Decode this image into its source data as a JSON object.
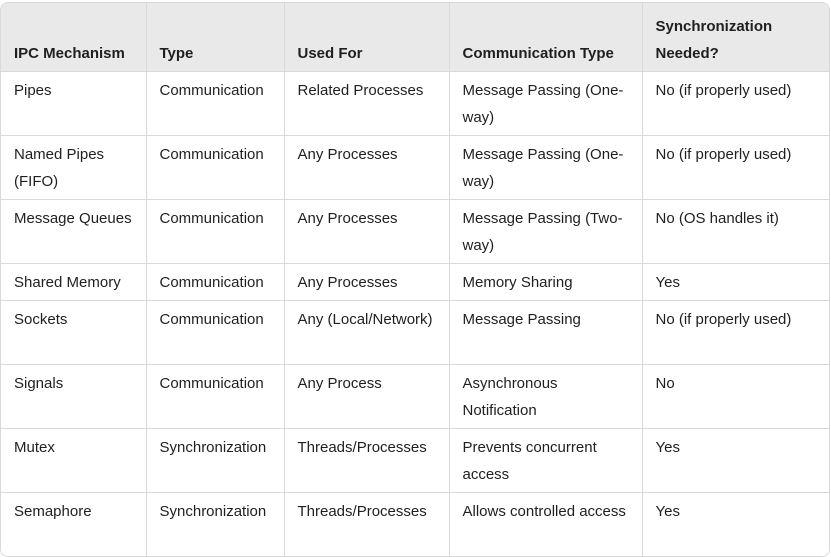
{
  "table": {
    "headers": [
      "IPC Mechanism",
      "Type",
      "Used For",
      "Communication Type",
      "Synchronization Needed?"
    ],
    "rows": [
      [
        "Pipes",
        "Communication",
        "Related Processes",
        "Message Passing (One-way)",
        "No (if properly used)"
      ],
      [
        "Named Pipes (FIFO)",
        "Communication",
        "Any Processes",
        "Message Passing (One-way)",
        "No (if properly used)"
      ],
      [
        "Message Queues",
        "Communication",
        "Any Processes",
        "Message Passing (Two-way)",
        "No (OS handles it)"
      ],
      [
        "Shared Memory",
        "Communication",
        "Any Processes",
        "Memory Sharing",
        "Yes"
      ],
      [
        "Sockets",
        "Communication",
        "Any (Local/Network)",
        "Message Passing",
        "No (if properly used)"
      ],
      [
        "Signals",
        "Communication",
        "Any Process",
        "Asynchronous Notification",
        "No"
      ],
      [
        "Mutex",
        "Synchronization",
        "Threads/Processes",
        "Prevents concurrent access",
        "Yes"
      ],
      [
        "Semaphore",
        "Synchronization",
        "Threads/Processes",
        "Allows controlled access",
        "Yes"
      ]
    ]
  },
  "colors": {
    "header_bg": "#e9e9e9",
    "border": "#d9d9d9",
    "text": "#1f1f1f"
  }
}
